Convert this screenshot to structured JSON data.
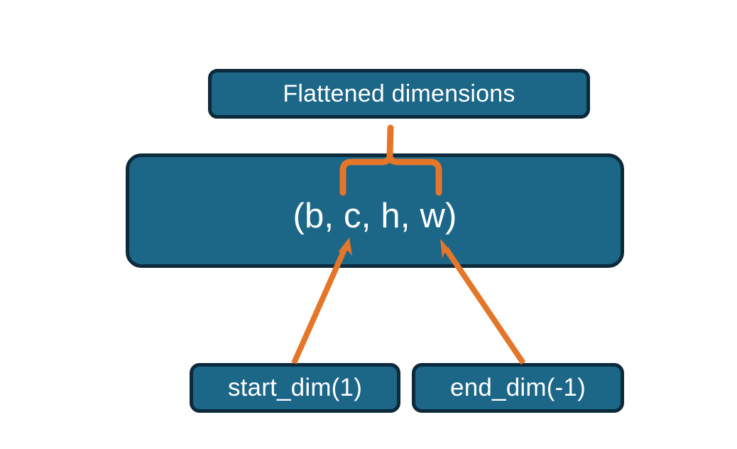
{
  "diagram": {
    "title_text": "Flattened dimensions",
    "background_color": "#ffffff",
    "node_fill_color": "#1c6688",
    "node_border_color": "#0c2a3b",
    "node_text_color": "#ffffff",
    "connector_color": "#e4762a",
    "nodes": {
      "flattened": {
        "label": "Flattened dimensions"
      },
      "shape": {
        "label": "(b, c, h, w)"
      },
      "start_dim": {
        "label": "start_dim(1)"
      },
      "end_dim": {
        "label": "end_dim(-1)"
      }
    },
    "connectors": {
      "brace": {
        "name": "curly-brace-up",
        "from": "shape",
        "to": "flattened",
        "spans_dimensions": "c, h, w"
      },
      "arrow_start_dim": {
        "name": "arrow-up-right",
        "from": "start_dim",
        "to": "shape"
      },
      "arrow_end_dim": {
        "name": "arrow-up-left",
        "from": "end_dim",
        "to": "shape"
      }
    }
  }
}
